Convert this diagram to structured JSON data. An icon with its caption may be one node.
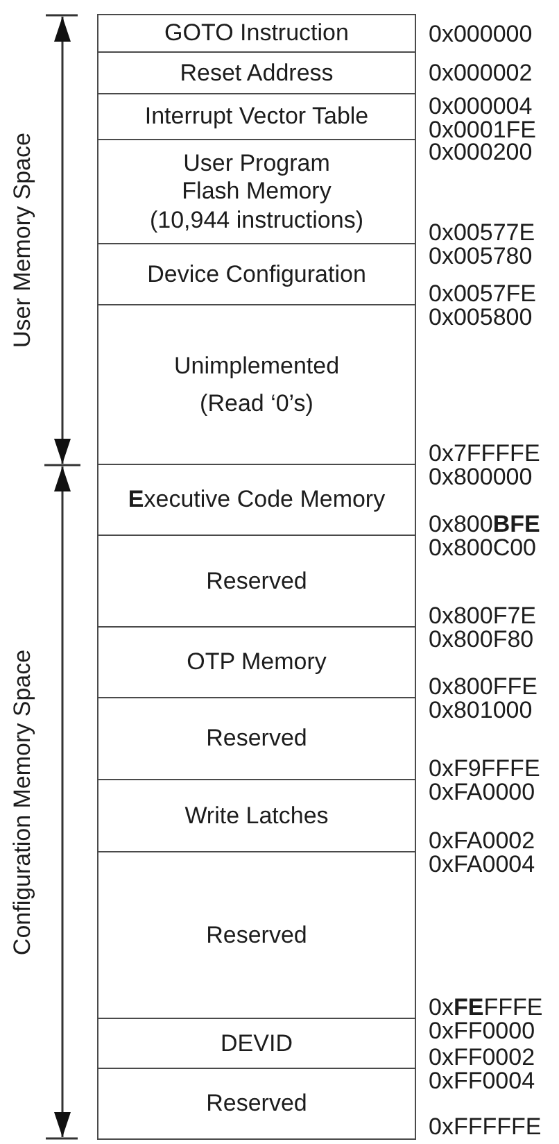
{
  "diagram": {
    "nodes": [
      {
        "text": [
          "GOTO Instruction"
        ],
        "beside": [
          "0x000000"
        ]
      },
      {
        "text": [
          "Reset Address"
        ],
        "beside": [
          "0x000002"
        ]
      },
      {
        "text": [
          "Interrupt Vector Table"
        ],
        "beside": [
          "0x000004",
          "0x0001FE"
        ]
      },
      {
        "text": [
          "User Program Flash Memory",
          "(10,944 instructions)"
        ],
        "beside": [
          "0x000200",
          "0x00577E"
        ]
      },
      {
        "text": [
          "Device Configuration"
        ],
        "beside": [
          "0x005780",
          "0x0057FE"
        ]
      },
      {
        "text": [
          "Unimplemented",
          "(Read ‘0’s)"
        ],
        "beside": [
          "0x005800",
          "0x7FFFFE"
        ]
      },
      {
        "text": [
          "**E**xecutive Code Memory"
        ],
        "beside": [
          "0x800000",
          "0x800**BFE**"
        ]
      },
      {
        "text": [
          "Reserved"
        ],
        "beside": [
          "0x800C00",
          "0x800F7E"
        ]
      },
      {
        "text": [
          "OTP Memory"
        ],
        "beside": [
          "0x800F80",
          "0x800FFE"
        ]
      },
      {
        "text": [
          "Reserved"
        ],
        "beside": [
          "0x801000",
          "0xF9FFFE"
        ]
      },
      {
        "text": [
          "Write Latches"
        ],
        "beside": [
          "0xFA0000",
          "0xFA0002"
        ]
      },
      {
        "text": [
          "Reserved"
        ],
        "beside": [
          "0xFA0004",
          "0x**FE**FFFE"
        ]
      },
      {
        "text": [
          "DEVID"
        ],
        "beside": [
          "0xFF0000",
          "0xFF0002"
        ]
      },
      {
        "text": [
          "Reserved"
        ],
        "beside": [
          "0xFF0004",
          "0xFFFFFE"
        ]
      }
    ],
    "labels": [
      "User Memory Space",
      "Configuration Memory Space"
    ]
  }
}
